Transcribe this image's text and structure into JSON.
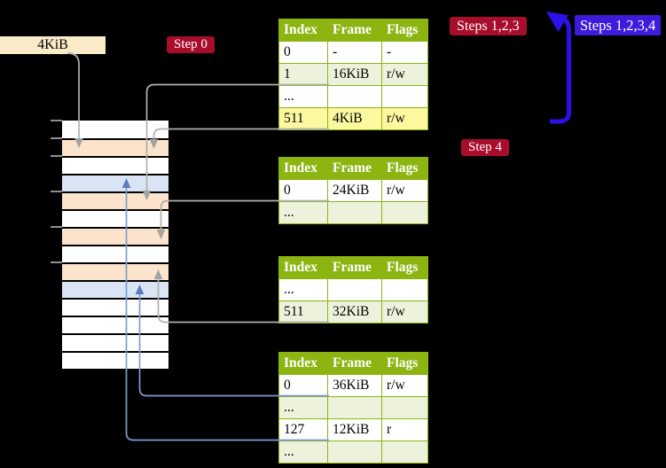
{
  "labels": {
    "frame_size": "4KiB",
    "step0": "Step 0",
    "steps123": "Steps 1,2,3",
    "steps1234": "Steps 1,2,3,4",
    "step4": "Step 4"
  },
  "colors": {
    "background": "#000000",
    "table_header_green": "#8db512",
    "table_row_green": "#edf2dc",
    "highlight_yellow": "#fbf8a0",
    "label_red": "#a80d2b",
    "label_blue": "#3d1bdb",
    "label_beige": "#faebc8",
    "frame_white": "#ffffff",
    "frame_peach": "#fce3cb",
    "frame_blue": "#d9e4f5",
    "arrow_gray": "#b0b0b0",
    "arrow_light_blue": "#7d9bd3",
    "arrow_big_blue": "#2c11e6"
  },
  "tables": [
    {
      "headers": [
        "Index",
        "Frame",
        "Flags"
      ],
      "rows": [
        {
          "cells": [
            "0",
            "-",
            "-"
          ],
          "tint": "white",
          "highlight": false
        },
        {
          "cells": [
            "1",
            "16KiB",
            "r/w"
          ],
          "tint": "green",
          "highlight": false
        },
        {
          "cells": [
            "...",
            "",
            ""
          ],
          "tint": "white",
          "highlight": false
        },
        {
          "cells": [
            "511",
            "4KiB",
            "r/w"
          ],
          "tint": "yellow",
          "highlight": true
        }
      ]
    },
    {
      "headers": [
        "Index",
        "Frame",
        "Flags"
      ],
      "rows": [
        {
          "cells": [
            "0",
            "24KiB",
            "r/w"
          ],
          "tint": "white",
          "highlight": false
        },
        {
          "cells": [
            "...",
            "",
            ""
          ],
          "tint": "green",
          "highlight": false
        }
      ]
    },
    {
      "headers": [
        "Index",
        "Frame",
        "Flags"
      ],
      "rows": [
        {
          "cells": [
            "...",
            "",
            ""
          ],
          "tint": "white",
          "highlight": false
        },
        {
          "cells": [
            "511",
            "32KiB",
            "r/w"
          ],
          "tint": "green",
          "highlight": false
        }
      ]
    },
    {
      "headers": [
        "Index",
        "Frame",
        "Flags"
      ],
      "rows": [
        {
          "cells": [
            "0",
            "36KiB",
            "r/w"
          ],
          "tint": "white",
          "highlight": false
        },
        {
          "cells": [
            "...",
            "",
            ""
          ],
          "tint": "green",
          "highlight": false
        },
        {
          "cells": [
            "127",
            "12KiB",
            "r"
          ],
          "tint": "white",
          "highlight": false
        },
        {
          "cells": [
            "...",
            "",
            ""
          ],
          "tint": "green",
          "highlight": false
        }
      ]
    }
  ],
  "memory": {
    "rows": [
      "white",
      "peach",
      "white",
      "blue",
      "peach",
      "white",
      "peach",
      "white",
      "peach",
      "blue",
      "white",
      "white",
      "white",
      "white"
    ]
  }
}
